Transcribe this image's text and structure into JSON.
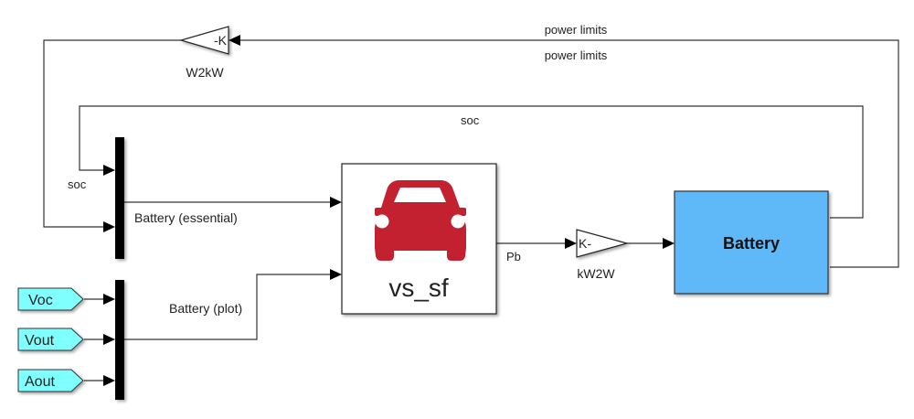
{
  "diagram": {
    "blocks": {
      "w2kw_gain": {
        "text": "-K",
        "label": "W2kW"
      },
      "kw2w_gain": {
        "text": "K-",
        "label": "kW2W"
      },
      "vehicle": {
        "label": "vs_sf",
        "icon": "car-icon",
        "icon_color": "#C3212F"
      },
      "battery": {
        "label": "Battery",
        "fill": "#5FB8F8"
      },
      "from_tags": [
        {
          "label": "Voc"
        },
        {
          "label": "Vout"
        },
        {
          "label": "Aout"
        }
      ],
      "tag_fill": "#80FFFF"
    },
    "signals": {
      "power_limits_top": "power limits",
      "power_limits_inner": "power limits",
      "soc_top": "soc",
      "soc_left": "soc",
      "battery_essential": "Battery (essential)",
      "battery_plot": "Battery (plot)",
      "pb": "Pb"
    }
  }
}
